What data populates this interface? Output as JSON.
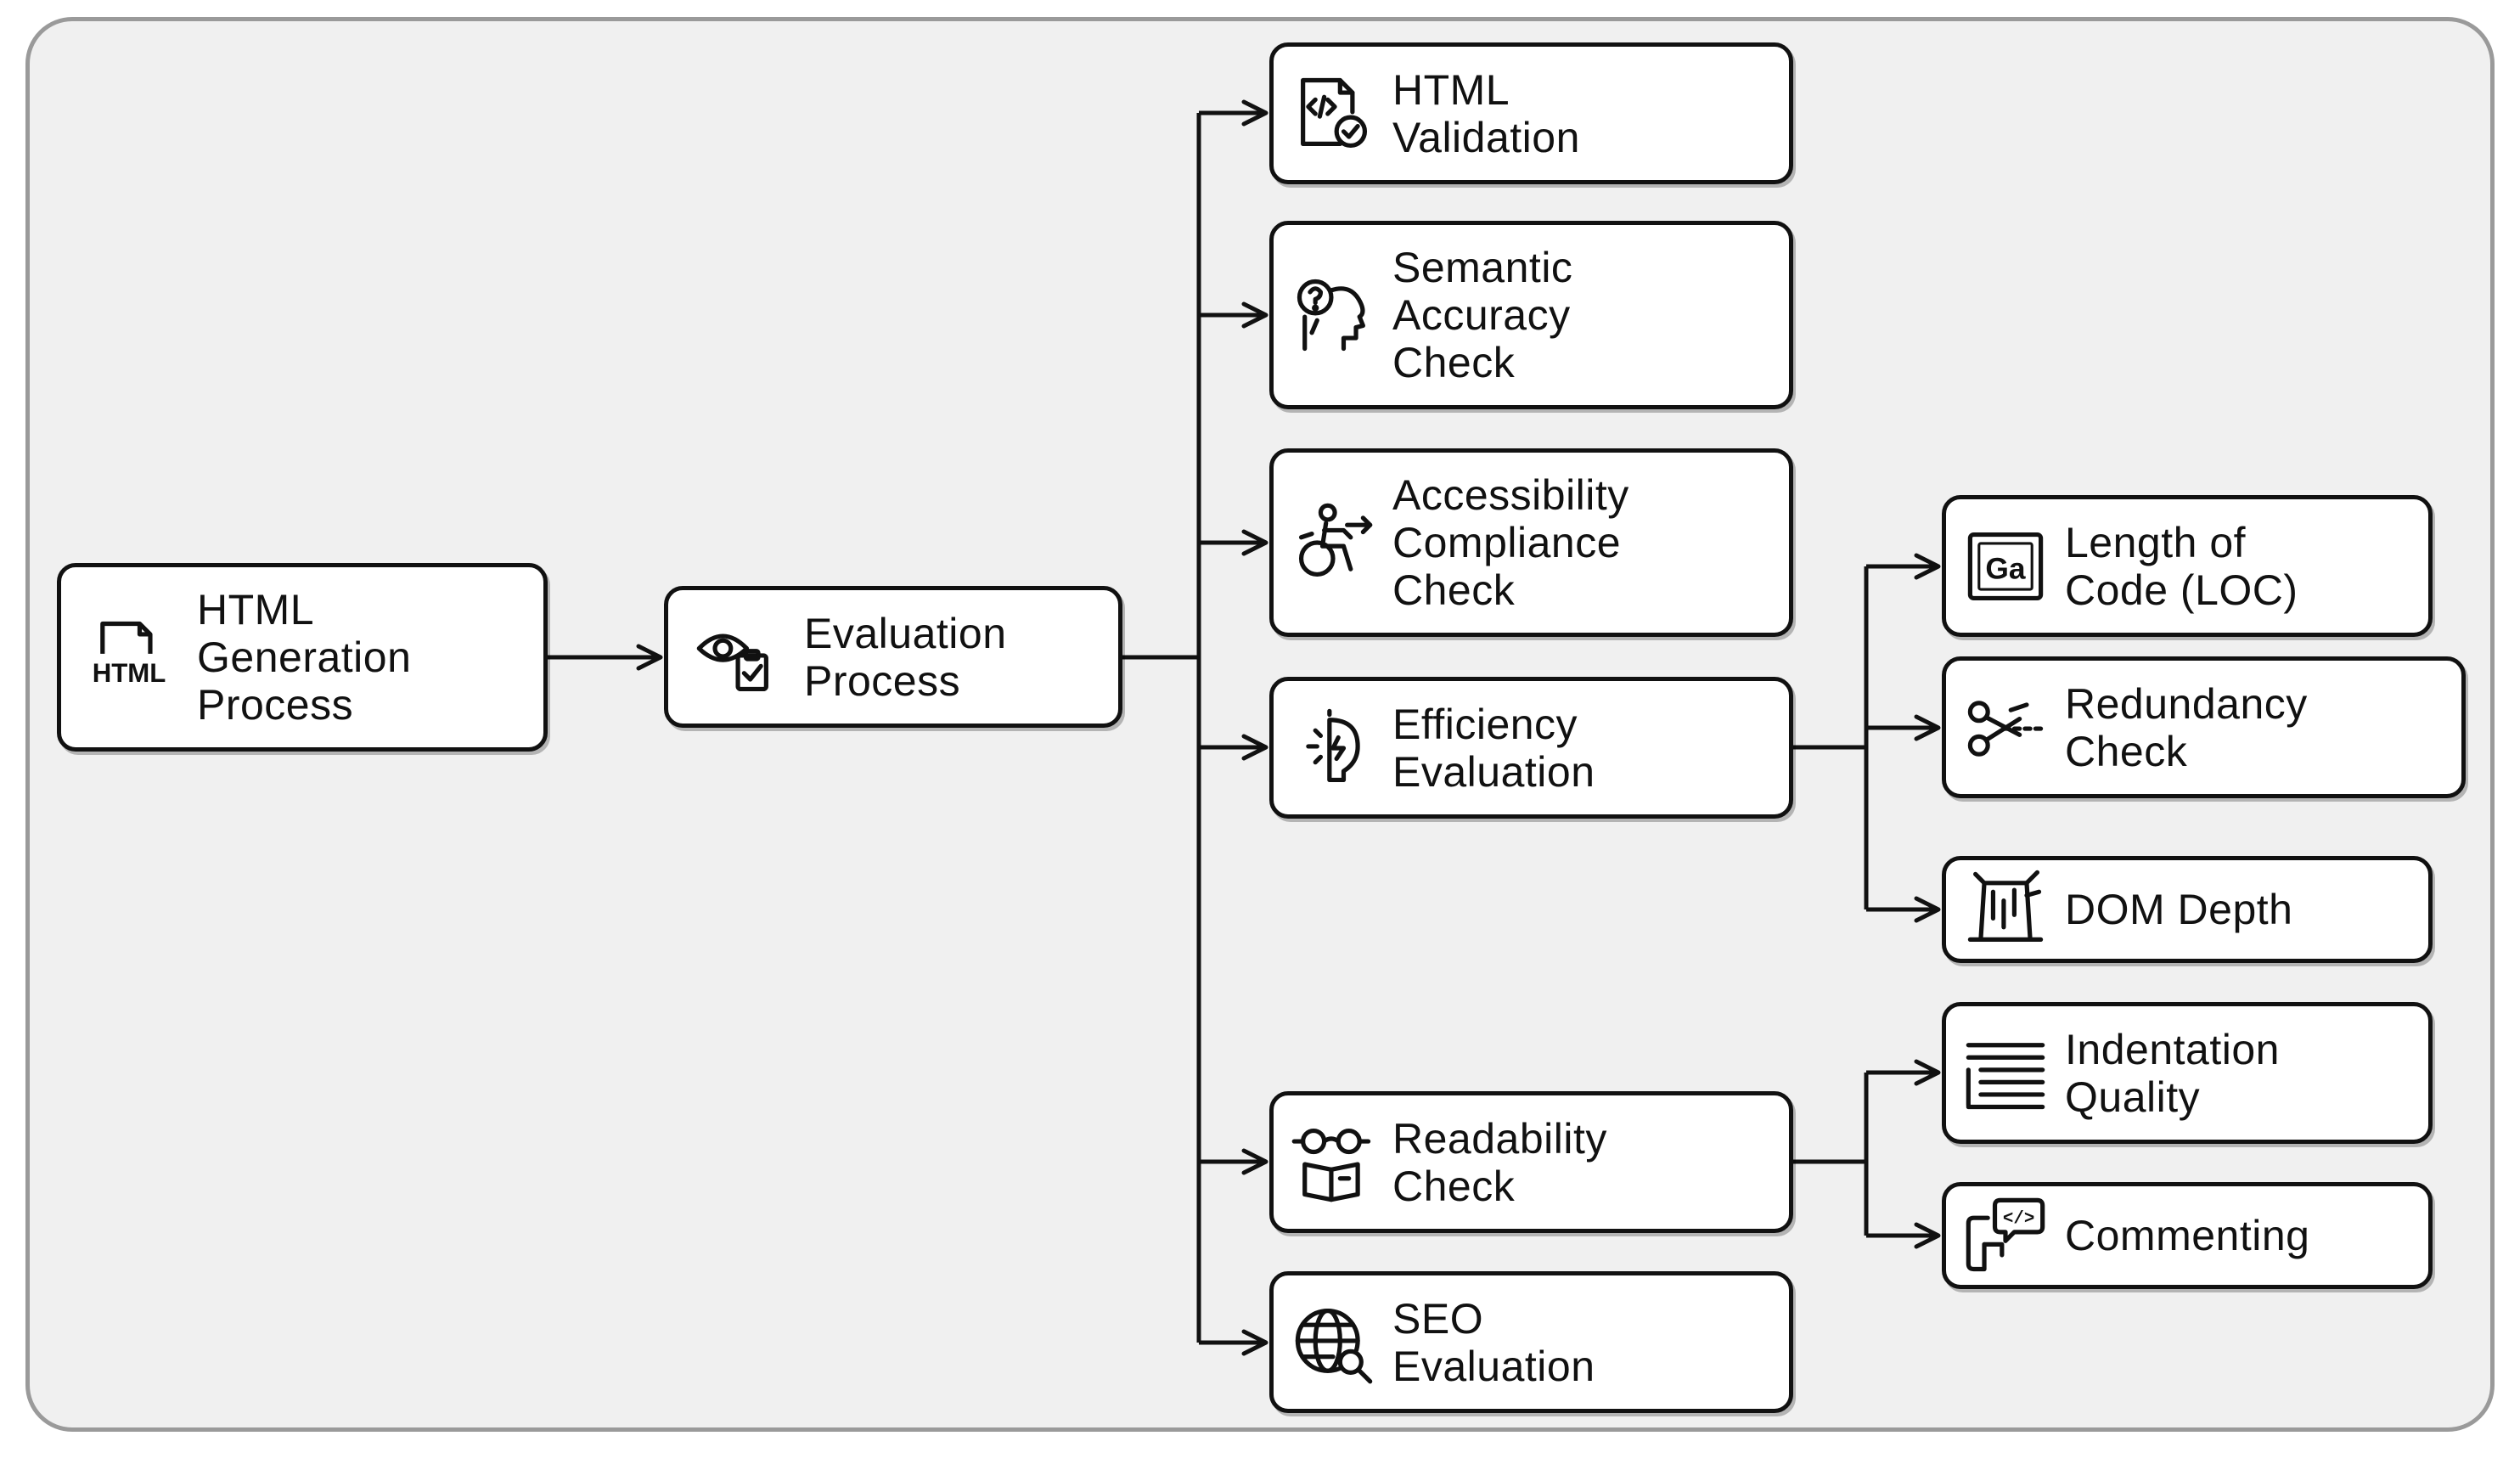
{
  "diagram": {
    "nodes": {
      "generation": {
        "label": "HTML\nGeneration\nProcess",
        "icon": "html-file-icon",
        "icon_text": "HTML"
      },
      "evaluation": {
        "label": "Evaluation\nProcess",
        "icon": "eye-clipboard-icon"
      },
      "html_validation": {
        "label": "HTML\nValidation",
        "icon": "code-check-icon"
      },
      "semantic": {
        "label": "Semantic\nAccuracy\nCheck",
        "icon": "head-question-icon"
      },
      "accessibility": {
        "label": "Accessibility\nCompliance\nCheck",
        "icon": "wheelchair-icon"
      },
      "efficiency": {
        "label": "Efficiency\nEvaluation",
        "icon": "lightbulb-icon"
      },
      "readability": {
        "label": "Readability\nCheck",
        "icon": "glasses-book-icon"
      },
      "seo": {
        "label": "SEO\nEvaluation",
        "icon": "globe-search-icon"
      },
      "loc": {
        "label": "Length of\nCode (LOC)",
        "icon": "text-box-icon",
        "icon_text": "Ga"
      },
      "redundancy": {
        "label": "Redundancy\nCheck",
        "icon": "scissors-icon"
      },
      "dom_depth": {
        "label": "DOM Depth",
        "icon": "tree-stump-icon"
      },
      "indentation": {
        "label": "Indentation\nQuality",
        "icon": "indent-lines-icon"
      },
      "commenting": {
        "label": "Commenting",
        "icon": "comment-code-icon",
        "icon_text": "</>"
      }
    }
  }
}
